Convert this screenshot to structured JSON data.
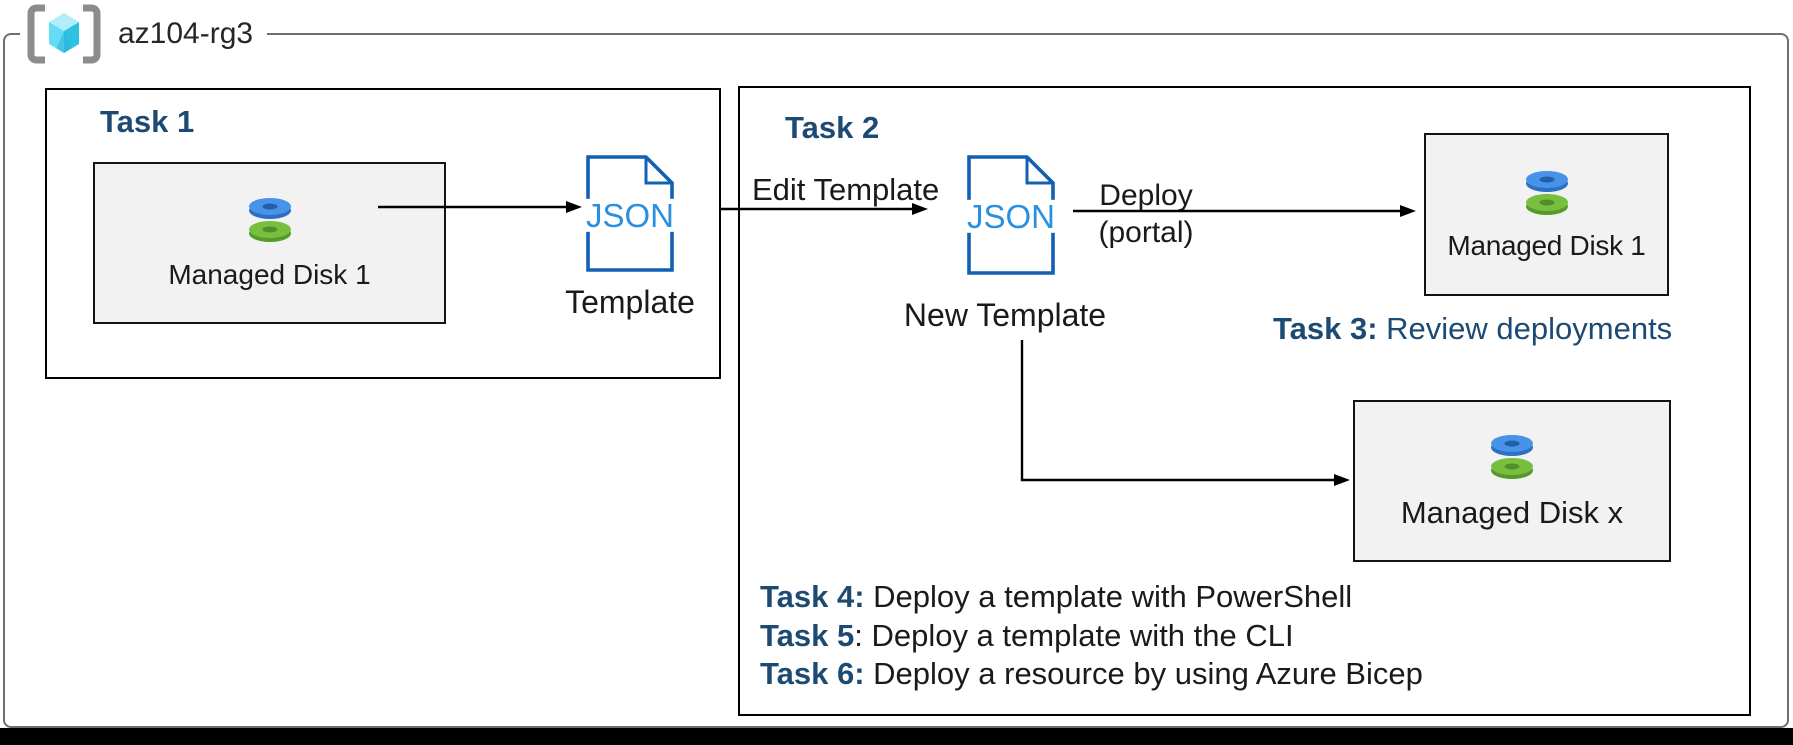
{
  "resource_group": {
    "name": "az104-rg3"
  },
  "task1": {
    "title": "Task 1",
    "disk_label": "Managed Disk 1",
    "json_label": "JSON",
    "template_label": "Template"
  },
  "task2": {
    "title": "Task 2",
    "edit_arrow_label": "Edit Template",
    "json_label": "JSON",
    "new_template_label": "New Template",
    "deploy_label": "Deploy",
    "deploy_sublabel": "(portal)",
    "managed_disk_1_label": "Managed Disk 1",
    "managed_disk_x_label": "Managed Disk x",
    "task3": {
      "label": "Task 3:",
      "text": " Review deployments"
    },
    "tasks": [
      {
        "label": "Task 4:",
        "text": " Deploy a template with PowerShell"
      },
      {
        "label": "Task 5",
        "text": ": Deploy a template with the CLI"
      },
      {
        "label": "Task 6:",
        "text": " Deploy a resource by using Azure Bicep"
      }
    ]
  },
  "colors": {
    "title_navy": "#1d4a73",
    "json_text_blue": "#2b8fe0",
    "doc_outline_blue": "#1160b4",
    "disk_blue": "#4793e8",
    "disk_green": "#78bf40",
    "box_fill_gray": "#f2f2f2",
    "outer_border_gray": "#6e6e6e"
  }
}
